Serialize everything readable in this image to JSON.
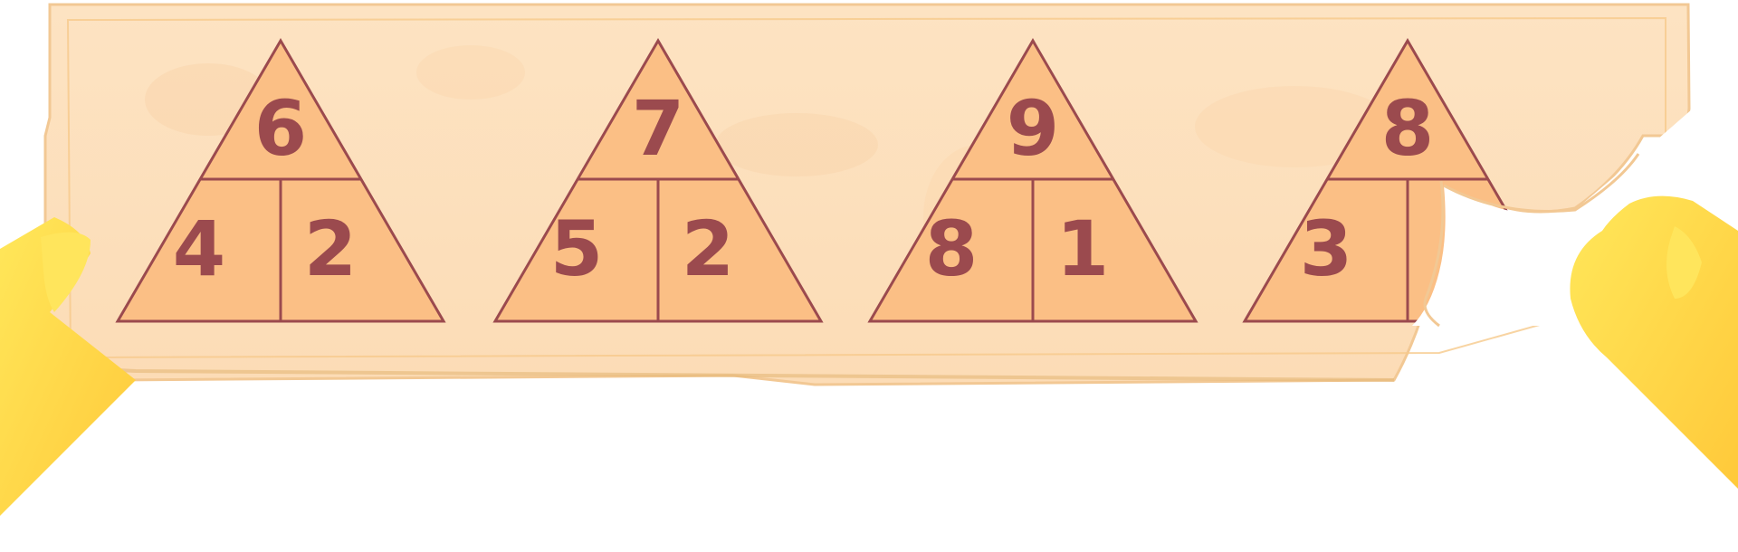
{
  "colors": {
    "paper": "#fde2bf",
    "paper_edge": "#f6c98b",
    "triangle_fill": "#fbbf85",
    "triangle_stroke": "#9b4a4e",
    "digit": "#9b4a4e",
    "hand": "#ffd84a"
  },
  "triangles": [
    {
      "top": "6",
      "left": "4",
      "right": "2"
    },
    {
      "top": "7",
      "left": "5",
      "right": "2"
    },
    {
      "top": "9",
      "left": "8",
      "right": "1"
    },
    {
      "top": "8",
      "left": "3",
      "right": ""
    }
  ]
}
